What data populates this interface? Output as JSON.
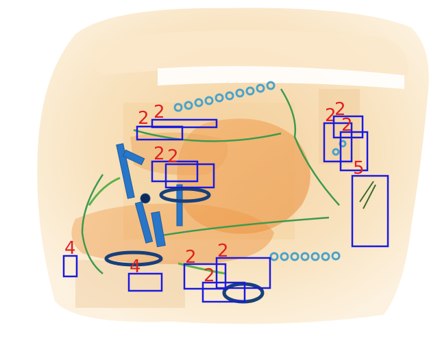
{
  "image": {
    "description_free": true,
    "box_color": "#1a1adf",
    "label_color": "#e02020"
  },
  "annotations": [
    {
      "label": "2"
    },
    {
      "label": "2"
    },
    {
      "label": "2"
    },
    {
      "label": "2"
    },
    {
      "label": "2"
    },
    {
      "label": "2"
    },
    {
      "label": "2"
    },
    {
      "label": "5"
    },
    {
      "label": "4"
    },
    {
      "label": "4"
    },
    {
      "label": "2"
    },
    {
      "label": "2"
    },
    {
      "label": "2"
    }
  ]
}
